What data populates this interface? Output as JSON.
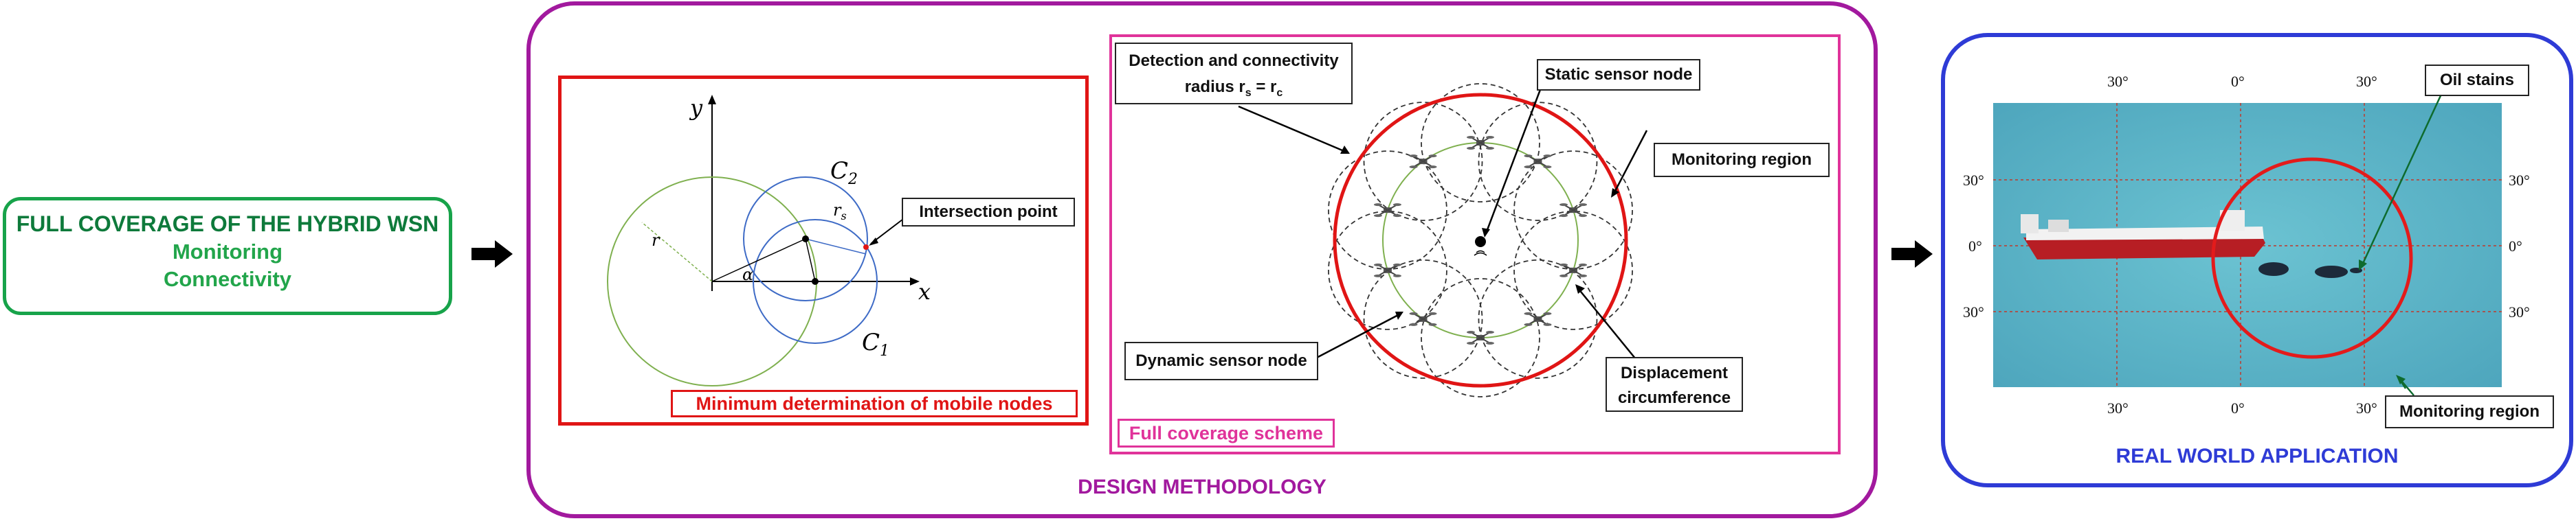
{
  "left": {
    "title": "FULL COVERAGE OF THE HYBRID WSN",
    "item1": "Monitoring",
    "item2": "Connectivity"
  },
  "design": {
    "title": "DESIGN METHODOLOGY",
    "mobile_caption": "Minimum determination of mobile nodes",
    "coverage_caption": "Full coverage scheme",
    "intersection_label": "Intersection point",
    "axis_y": "y",
    "axis_x": "x",
    "c2": "C",
    "c2_sub": "2",
    "c1": "C",
    "c1_sub": "1",
    "r_label": "r",
    "rs_label": "r",
    "rs_sub": "s",
    "alpha": "α",
    "detection_line1": "Detection and connectivity",
    "detection_line2": "radius r",
    "detection_eq": "s",
    "detection_eq2": " = r",
    "detection_eq3": "c",
    "static_label": "Static sensor node",
    "monitoring_label": "Monitoring region",
    "dynamic_label": "Dynamic sensor node",
    "displacement_line1": "Displacement",
    "displacement_line2": "circumference"
  },
  "real": {
    "title": "REAL WORLD APPLICATION",
    "oil_label": "Oil stains",
    "monitoring_label": "Monitoring region",
    "top_coords": [
      "30°",
      "0°",
      "30°"
    ],
    "bottom_coords": [
      "30°",
      "0°",
      "30°"
    ],
    "left_coords": [
      "30°",
      "0°",
      "30°"
    ],
    "right_coords": [
      "30°",
      "0°",
      "30°"
    ],
    "colors": {
      "sea": "#5fb6c8",
      "region": "#e31b1b"
    }
  }
}
